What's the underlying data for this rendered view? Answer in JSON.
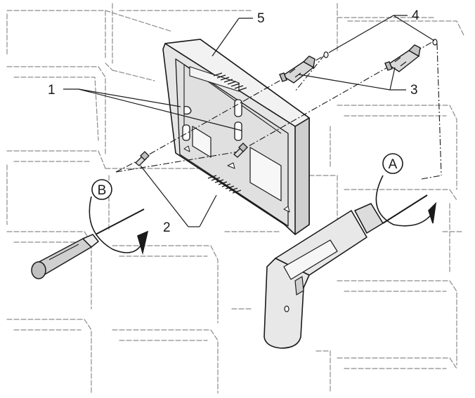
{
  "callouts": {
    "mounting_holes": "1",
    "screws": "2",
    "wall_plugs": "3",
    "drill_holes": "4",
    "base_plate": "5",
    "step_a": "A",
    "step_b": "B"
  },
  "colors": {
    "line": "#1a1a1a",
    "brick_line": "#8c8c8c",
    "device_fill": "#e6e6e6",
    "device_shade": "#cfcfcf",
    "plug_fill": "#d9d9d9",
    "drill_fill": "#e8e8e8"
  },
  "icons": [
    "power-drill-icon",
    "screwdriver-icon",
    "rotation-arrow-icon"
  ]
}
